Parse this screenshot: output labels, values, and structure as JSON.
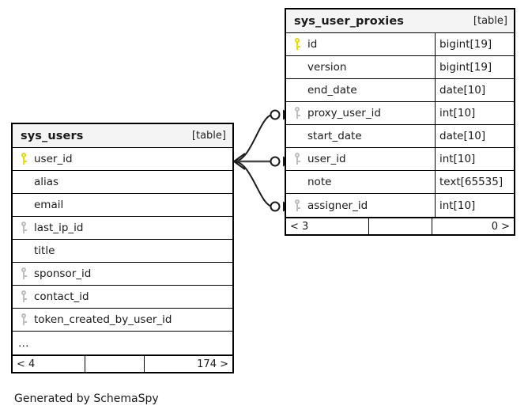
{
  "diagram": {
    "kind": "entity-relationship-diagram",
    "caption": "Generated by SchemaSpy",
    "background_color": "#ffffff",
    "border_color": "#000000",
    "header_background_color": "#f4f4f4",
    "primary_key_color": "#e8e000",
    "foreign_key_color": "#bdbdbd"
  },
  "tables": [
    {
      "id": "sys_users",
      "name": "sys_users",
      "tag": "[table]",
      "columns": [
        {
          "name": "user_id",
          "type": "",
          "key": "pk"
        },
        {
          "name": "alias",
          "type": "",
          "key": "none"
        },
        {
          "name": "email",
          "type": "",
          "key": "none"
        },
        {
          "name": "last_ip_id",
          "type": "",
          "key": "fk"
        },
        {
          "name": "title",
          "type": "",
          "key": "none"
        },
        {
          "name": "sponsor_id",
          "type": "",
          "key": "fk"
        },
        {
          "name": "contact_id",
          "type": "",
          "key": "fk"
        },
        {
          "name": "token_created_by_user_id",
          "type": "",
          "key": "fk"
        },
        {
          "name": "…",
          "type": "",
          "key": "none"
        }
      ],
      "footer": {
        "left": "< 4",
        "middle": "",
        "right": "174 >"
      }
    },
    {
      "id": "sys_user_proxies",
      "name": "sys_user_proxies",
      "tag": "[table]",
      "columns": [
        {
          "name": "id",
          "type": "bigint[19]",
          "key": "pk"
        },
        {
          "name": "version",
          "type": "bigint[19]",
          "key": "none"
        },
        {
          "name": "end_date",
          "type": "date[10]",
          "key": "none"
        },
        {
          "name": "proxy_user_id",
          "type": "int[10]",
          "key": "fk"
        },
        {
          "name": "start_date",
          "type": "date[10]",
          "key": "none"
        },
        {
          "name": "user_id",
          "type": "int[10]",
          "key": "fk"
        },
        {
          "name": "note",
          "type": "text[65535]",
          "key": "none"
        },
        {
          "name": "assigner_id",
          "type": "int[10]",
          "key": "fk"
        }
      ],
      "footer": {
        "left": "< 3",
        "middle": "",
        "right": "0 >"
      }
    }
  ],
  "relationships": [
    {
      "from_table": "sys_users",
      "from_column": "user_id",
      "to_table": "sys_user_proxies",
      "to_column": "proxy_user_id",
      "optional": true
    },
    {
      "from_table": "sys_users",
      "from_column": "user_id",
      "to_table": "sys_user_proxies",
      "to_column": "user_id",
      "optional": true
    },
    {
      "from_table": "sys_users",
      "from_column": "user_id",
      "to_table": "sys_user_proxies",
      "to_column": "assigner_id",
      "optional": true
    }
  ]
}
